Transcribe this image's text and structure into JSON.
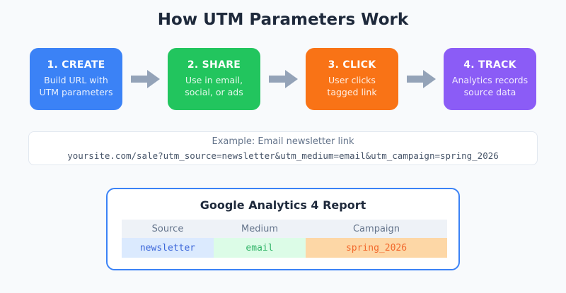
{
  "page": {
    "title": "How UTM Parameters Work",
    "background": "#f8fafc",
    "arrow_color": "#94a3b8"
  },
  "flow": {
    "steps": [
      {
        "title": "1. CREATE",
        "subtitle": "Build URL with UTM parameters",
        "color": "#3b82f6"
      },
      {
        "title": "2. SHARE",
        "subtitle": "Use in email, social, or ads",
        "color": "#22c55e"
      },
      {
        "title": "3. CLICK",
        "subtitle": "User clicks tagged link",
        "color": "#f97316"
      },
      {
        "title": "4. TRACK",
        "subtitle": "Analytics records source data",
        "color": "#8b5cf6"
      }
    ]
  },
  "example": {
    "label": "Example: Email newsletter link",
    "url": "yoursite.com/sale?utm_source=newsletter&utm_medium=email&utm_campaign=spring_2026"
  },
  "report": {
    "title": "Google Analytics 4 Report",
    "border_color": "#3b82f6",
    "columns": [
      "Source",
      "Medium",
      "Campaign"
    ],
    "row": [
      {
        "value": "newsletter",
        "bg": "#dbeafe",
        "fg": "#3b66d9"
      },
      {
        "value": "email",
        "bg": "#dcfce7",
        "fg": "#34b56a"
      },
      {
        "value": "spring_2026",
        "bg": "#fdd7a6",
        "fg": "#f2682c"
      }
    ]
  }
}
